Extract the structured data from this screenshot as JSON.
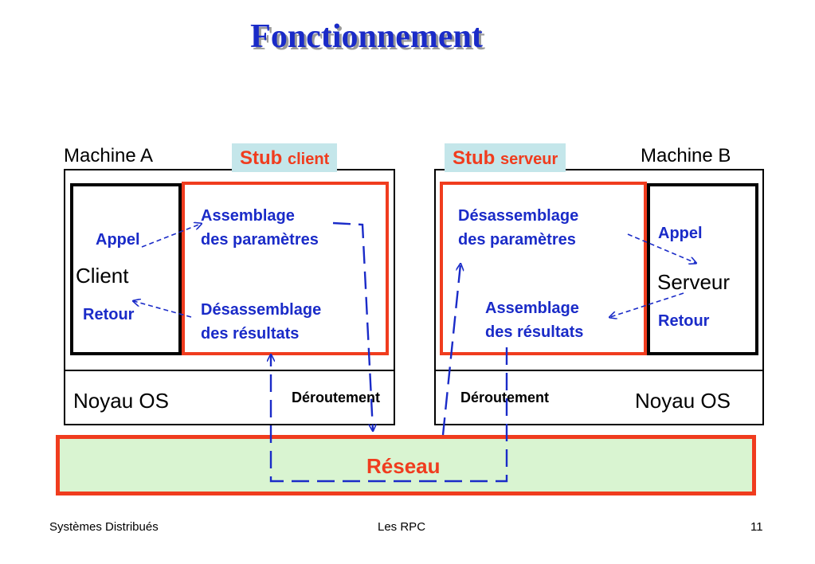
{
  "title": "Fonctionnement",
  "machine_a": {
    "label": "Machine A",
    "client_label": "Client",
    "appel": "Appel",
    "retour": "Retour",
    "noyau": "Noyau OS"
  },
  "machine_b": {
    "label": "Machine B",
    "serveur_label": "Serveur",
    "appel": "Appel",
    "retour": "Retour",
    "noyau": "Noyau OS"
  },
  "stub_client": {
    "label_main": "Stub",
    "label_sub": "client",
    "assemblage": [
      "Assemblage",
      "des paramètres"
    ],
    "desassemblage": [
      "Désassemblage",
      "des résultats"
    ]
  },
  "stub_serveur": {
    "label_main": "Stub",
    "label_sub": "serveur",
    "desassemblage": [
      "Désassemblage",
      "des paramètres"
    ],
    "assemblage": [
      "Assemblage",
      "des résultats"
    ]
  },
  "deroutement_left": "Déroutement",
  "deroutement_right": "Déroutement",
  "reseau": "Réseau",
  "footer": {
    "left": "Systèmes Distribués",
    "center": "Les RPC",
    "page": "11"
  },
  "colors": {
    "blue": "#1a2bc8",
    "red": "#f03c1e",
    "stub_bg": "#c4e6ea",
    "network_bg": "#d9f4d1"
  }
}
